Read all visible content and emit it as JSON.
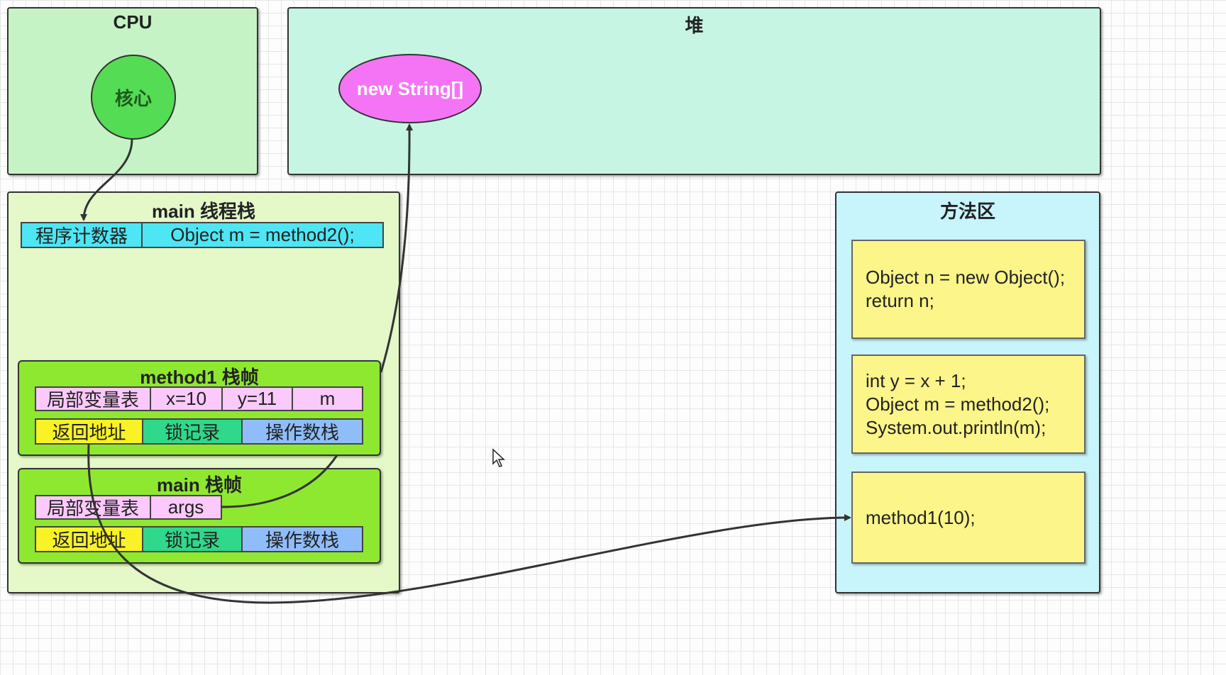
{
  "cpu": {
    "title": "CPU",
    "core_label": "核心"
  },
  "heap": {
    "title": "堆",
    "object_label": "new String[]"
  },
  "method_area": {
    "title": "方法区",
    "boxes": [
      {
        "lines": [
          "Object n = new Object();",
          "return n;"
        ]
      },
      {
        "lines": [
          "int y = x + 1;",
          "Object m = method2();",
          "System.out.println(m);"
        ]
      },
      {
        "lines": [
          "method1(10);"
        ]
      }
    ]
  },
  "main_stack": {
    "title": "main 线程栈",
    "pc_label": "程序计数器",
    "pc_value": "Object m = method2();"
  },
  "method1_frame": {
    "title": "method1 栈帧",
    "locals_label": "局部变量表",
    "locals": [
      "x=10",
      "y=11",
      "m"
    ],
    "return_address": "返回地址",
    "lock_record": "锁记录",
    "operand_stack": "操作数栈"
  },
  "main_frame": {
    "title": "main 栈帧",
    "locals_label": "局部变量表",
    "locals": [
      "args"
    ],
    "return_address": "返回地址",
    "lock_record": "锁记录",
    "operand_stack": "操作数栈"
  },
  "colors": {
    "cpu_bg": "#c5f3c5",
    "heap_bg": "#c6f5e3",
    "thread_stack_bg": "#e4f8c8",
    "frame_bg": "#8fe830",
    "method_area_bg": "#c8f4fb",
    "code_box": "#fbf58a",
    "pc_cell": "#4ee6f4",
    "local_cell": "#fbc9fb",
    "return_cell": "#f8f227",
    "lock_cell": "#2fd88a",
    "operand_cell": "#8fbdfa",
    "core": "#55dc55",
    "heap_object": "#f574f5"
  }
}
